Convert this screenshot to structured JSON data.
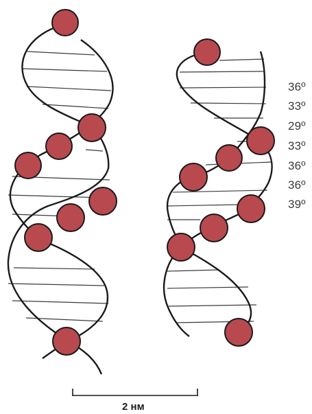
{
  "twist_angles": [
    "36º",
    "33º",
    "29º",
    "33º",
    "36º",
    "36º",
    "39º"
  ],
  "scale_bar": {
    "label": "2 нм"
  },
  "colors": {
    "phosphate": "#b84a4f",
    "phosphate_outline": "#1a1a1a",
    "strand": "#1a1a1a",
    "base_pair": "#3a3a3a"
  }
}
